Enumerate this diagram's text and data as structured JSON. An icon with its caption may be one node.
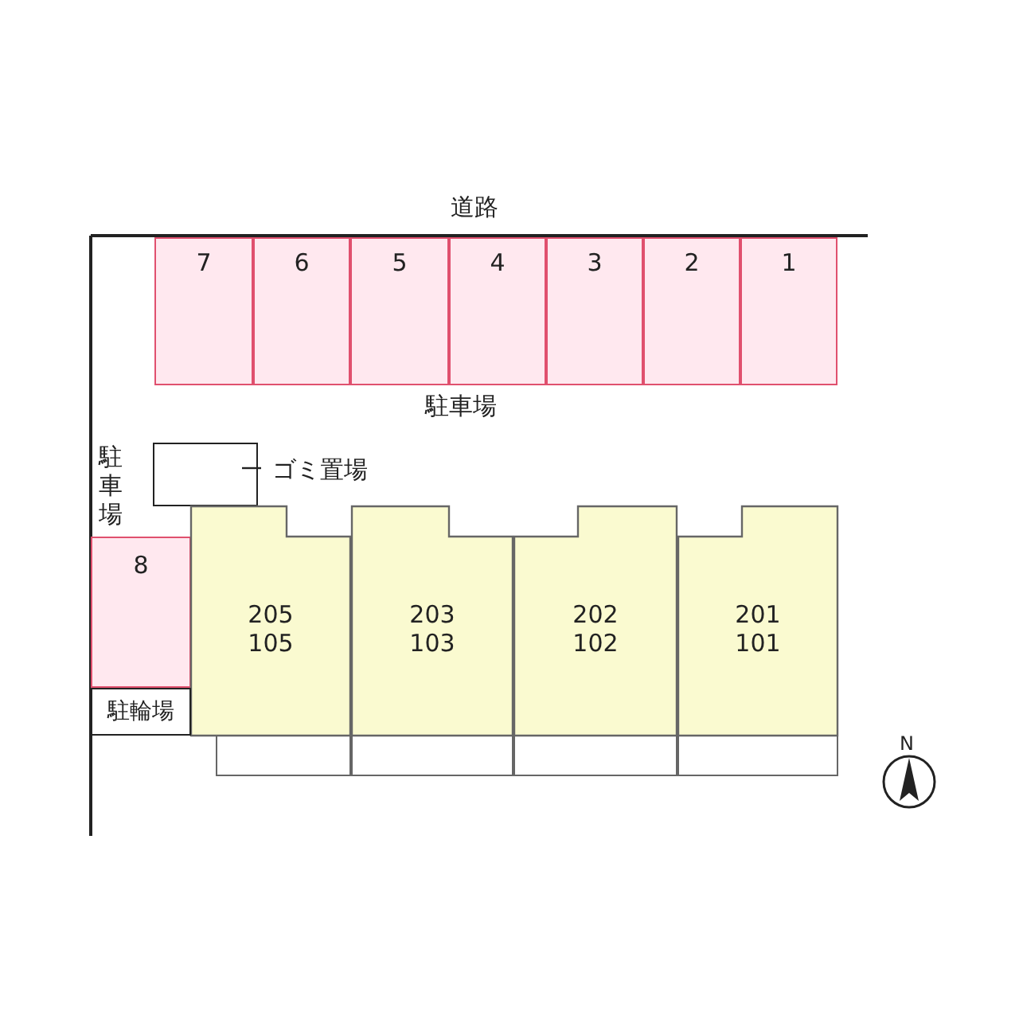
{
  "diagram": {
    "nodes": [
      {
        "text": [
          "7"
        ]
      },
      {
        "text": [
          "6"
        ]
      },
      {
        "text": [
          "5"
        ]
      },
      {
        "text": [
          "4"
        ]
      },
      {
        "text": [
          "3"
        ]
      },
      {
        "text": [
          "2"
        ]
      },
      {
        "text": [
          "1"
        ]
      },
      {
        "text": [],
        "shape": "box"
      },
      {
        "text": [
          "ゴミ置場"
        ]
      },
      {
        "text": [
          "8"
        ]
      },
      {
        "text": [
          "205",
          "105"
        ]
      },
      {
        "text": [
          "203",
          "103"
        ]
      },
      {
        "text": [
          "202",
          "102"
        ]
      },
      {
        "text": [
          "201",
          "101"
        ]
      },
      {
        "text": [
          "駐輪場"
        ]
      }
    ],
    "edges": [
      {
        "from": 8,
        "to": 7,
        "arrow": "none"
      }
    ],
    "labels": [
      "道路",
      "駐車場",
      "駐車場",
      "N"
    ]
  }
}
